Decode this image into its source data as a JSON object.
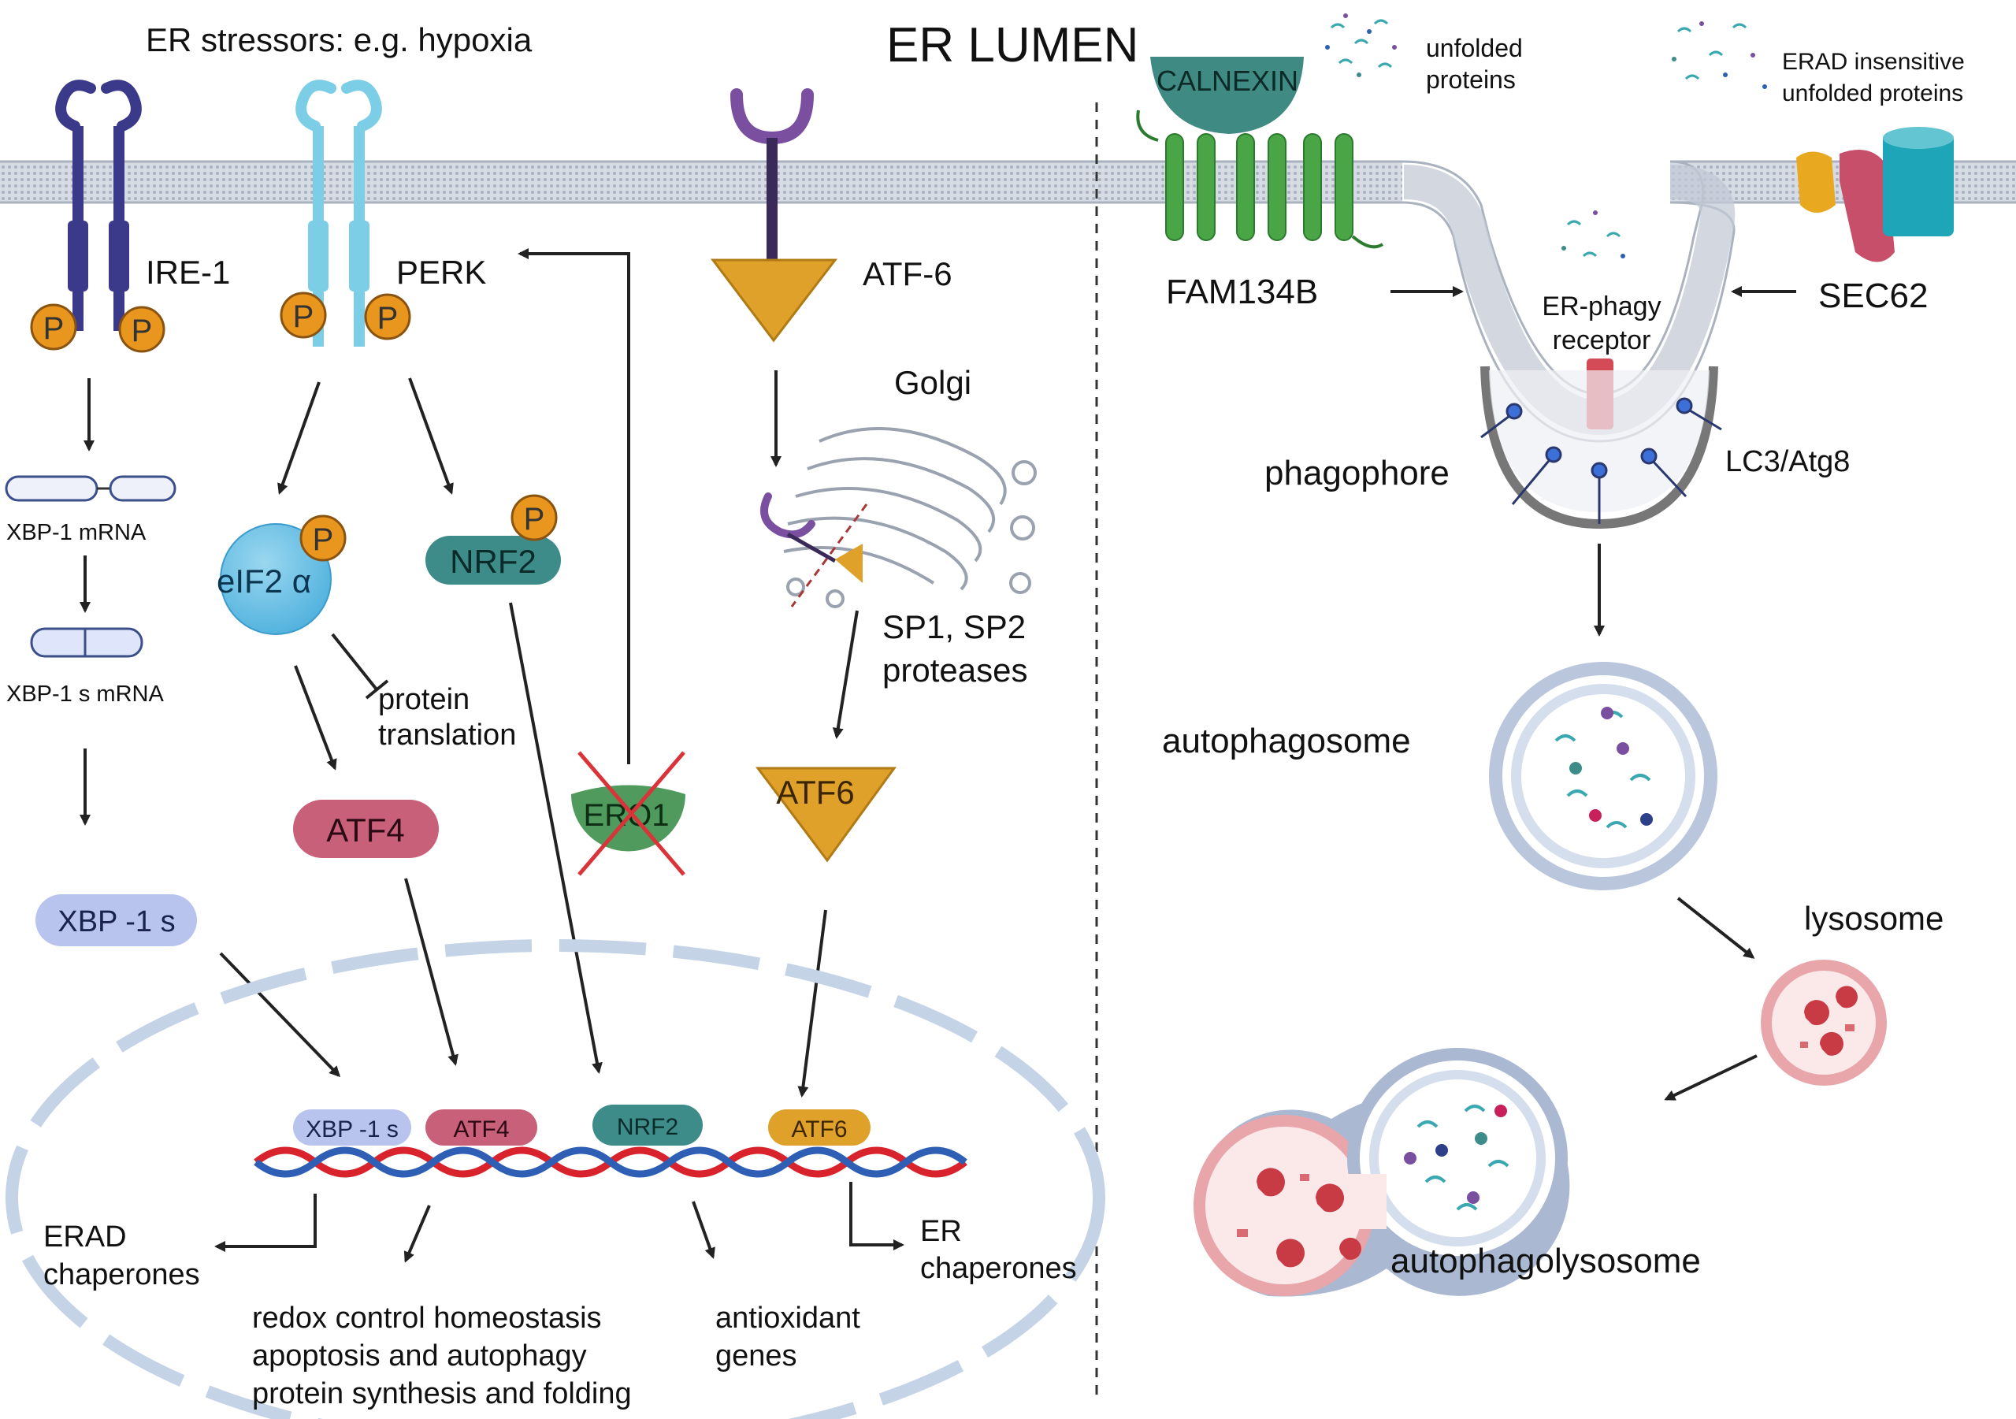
{
  "header": {
    "stressors": "ER stressors: e.g. hypoxia",
    "lumen": "ER LUMEN",
    "unfolded": [
      "unfolded",
      "proteins"
    ],
    "erad_insensitive": [
      "ERAD insensitive",
      "unfolded proteins"
    ]
  },
  "receptors": {
    "ire1": "IRE-1",
    "perk": "PERK",
    "atf6": "ATF-6",
    "phospho": "P"
  },
  "ire1_path": {
    "xbp1_mrna": "XBP-1 mRNA",
    "xbp1s_mrna": "XBP-1 s  mRNA",
    "xbp1s": "XBP -1 s"
  },
  "perk_path": {
    "eif2a": "eIF2 α",
    "nrf2": "NRF2",
    "protein_translation": [
      "protein",
      "translation"
    ],
    "atf4": "ATF4",
    "ero1": "ERO1"
  },
  "atf6_path": {
    "golgi": "Golgi",
    "proteases": [
      "SP1, SP2",
      "proteases"
    ],
    "atf6": "ATF6"
  },
  "nucleus": {
    "xbp1s": "XBP -1 s",
    "atf4": "ATF4",
    "nrf2": "NRF2",
    "atf6": "ATF6",
    "erad_chaperones": [
      "ERAD",
      "chaperones"
    ],
    "redox": [
      "redox control homeostasis",
      "apoptosis and autophagy",
      "protein synthesis and folding"
    ],
    "antioxidant": [
      "antioxidant",
      "genes"
    ],
    "er_chaperones": [
      "ER",
      "chaperones"
    ]
  },
  "er_phagy": {
    "calnexin": "CALNEXIN",
    "fam134b": "FAM134B",
    "sec62": "SEC62",
    "receptor": [
      "ER-phagy",
      "receptor"
    ],
    "phagophore": "phagophore",
    "lc3": "LC3/Atg8",
    "autophagosome": "autophagosome",
    "lysosome": "lysosome",
    "autophagolysosome": "autophagolysosome"
  },
  "colors": {
    "ire1": "#3b3a8a",
    "perk": "#7ccde6",
    "atf6_receptor": "#7a4fa0",
    "atf6_protein": "#e0a12a",
    "phospho": "#e9961e",
    "eif2a": "#69bfe6",
    "nrf2": "#3d8c8a",
    "atf4": "#c9607a",
    "ero1": "#4f9a5c",
    "cross": "#d8343a",
    "xbp1s": "#b8c4ee",
    "membrane": "#bcc3cf",
    "calnexin": "#3f8a82",
    "fam134b": "#4aa546",
    "dna_red": "#d8232c",
    "dna_blue": "#2e5fb5"
  }
}
